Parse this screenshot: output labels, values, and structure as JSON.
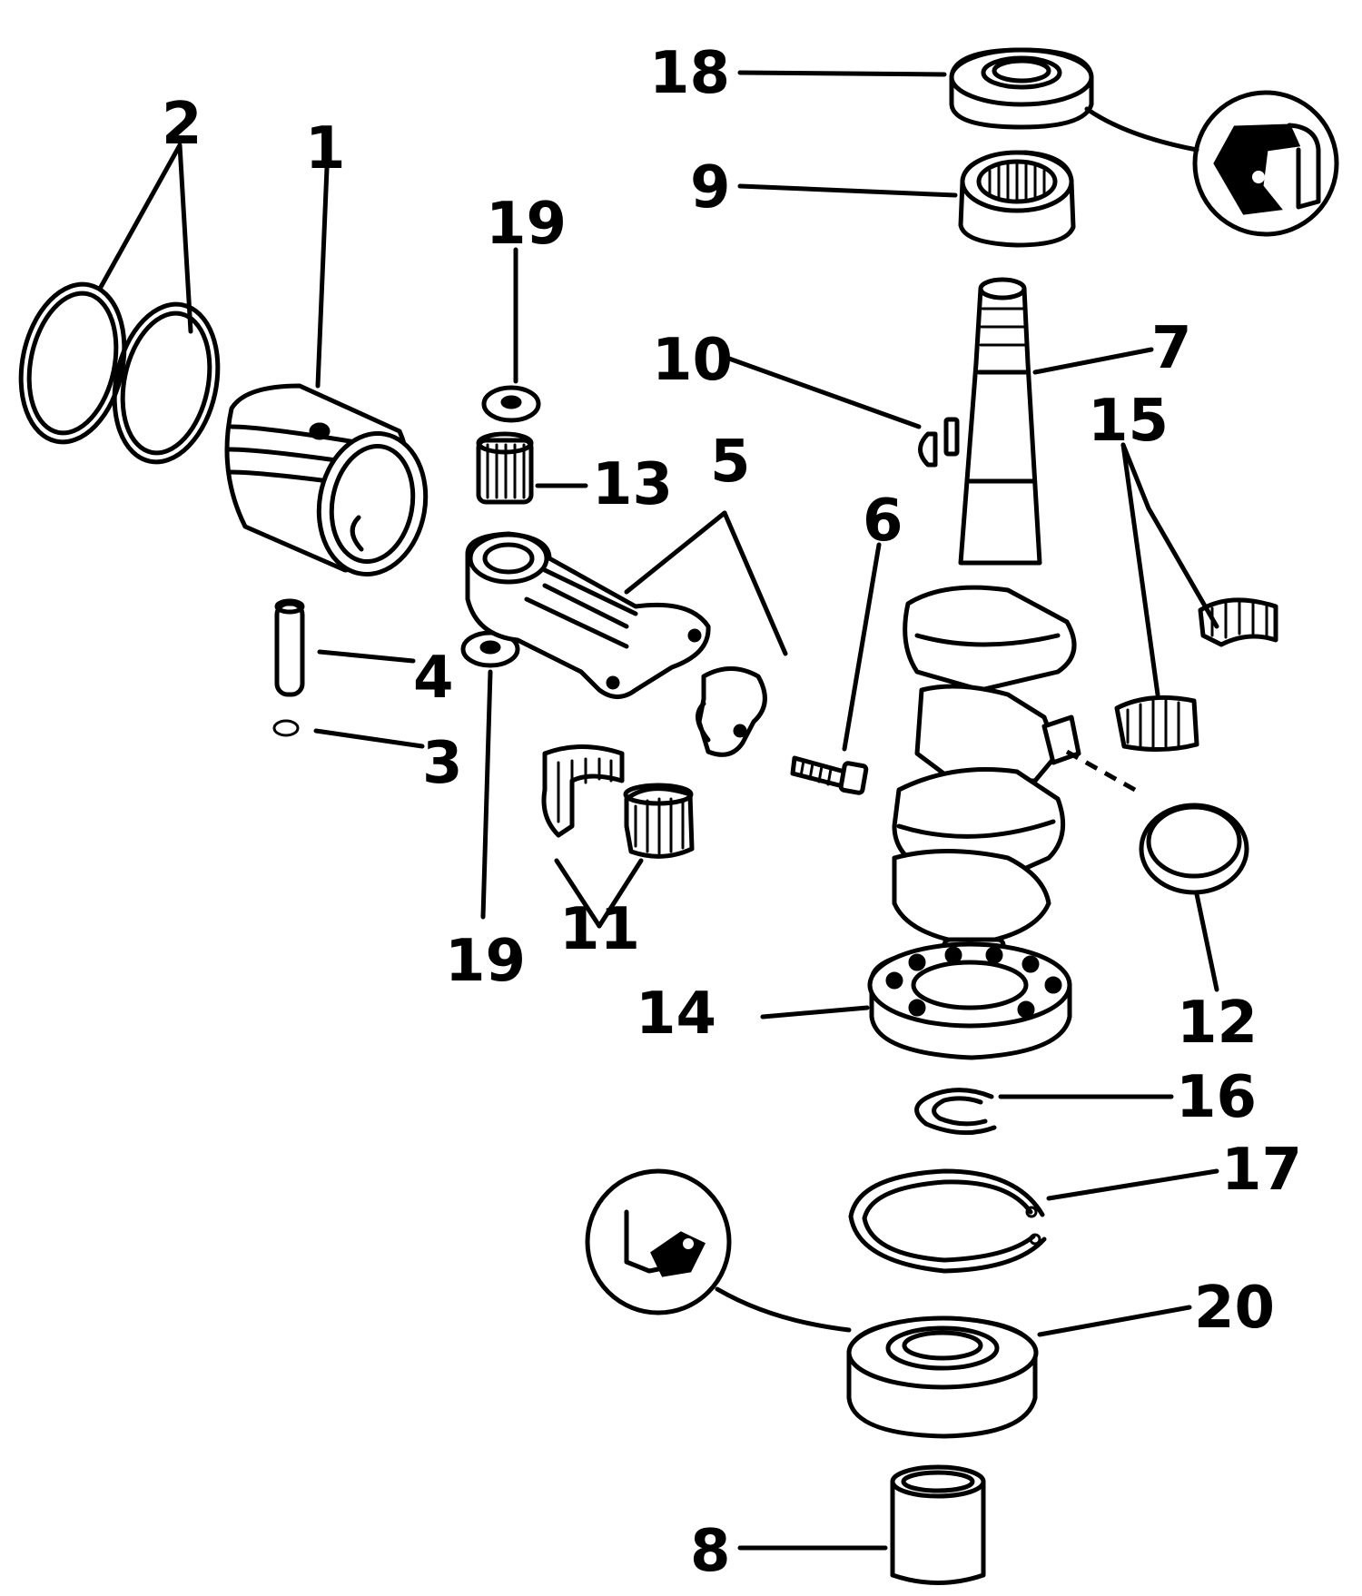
{
  "callouts": {
    "c1": "1",
    "c2": "2",
    "c3": "3",
    "c4": "4",
    "c5": "5",
    "c6": "6",
    "c7": "7",
    "c8": "8",
    "c9": "9",
    "c10": "10",
    "c11": "11",
    "c12": "12",
    "c13": "13",
    "c14": "14",
    "c15": "15",
    "c16": "16",
    "c17": "17",
    "c18": "18",
    "c19a": "19",
    "c19b": "19",
    "c20": "20"
  },
  "parts": [
    {
      "ref": "1",
      "depiction": "piston"
    },
    {
      "ref": "2",
      "depiction": "piston-rings"
    },
    {
      "ref": "3",
      "depiction": "retaining-ring"
    },
    {
      "ref": "4",
      "depiction": "piston-pin"
    },
    {
      "ref": "5",
      "depiction": "connecting-rod-and-cap"
    },
    {
      "ref": "6",
      "depiction": "rod-screw"
    },
    {
      "ref": "7",
      "depiction": "crankshaft"
    },
    {
      "ref": "8",
      "depiction": "bushing"
    },
    {
      "ref": "9",
      "depiction": "needle-bearing"
    },
    {
      "ref": "10",
      "depiction": "woodruff-key"
    },
    {
      "ref": "11",
      "depiction": "rod-bearing-halves"
    },
    {
      "ref": "12",
      "depiction": "seal-ring"
    },
    {
      "ref": "13",
      "depiction": "wrist-pin-bearing"
    },
    {
      "ref": "14",
      "depiction": "ball-bearing"
    },
    {
      "ref": "15",
      "depiction": "center-bearing-halves"
    },
    {
      "ref": "16",
      "depiction": "snap-ring"
    },
    {
      "ref": "17",
      "depiction": "retaining-ring"
    },
    {
      "ref": "18",
      "depiction": "upper-oil-seal"
    },
    {
      "ref": "19",
      "depiction": "thrust-washer"
    },
    {
      "ref": "20",
      "depiction": "lower-oil-seal"
    }
  ]
}
